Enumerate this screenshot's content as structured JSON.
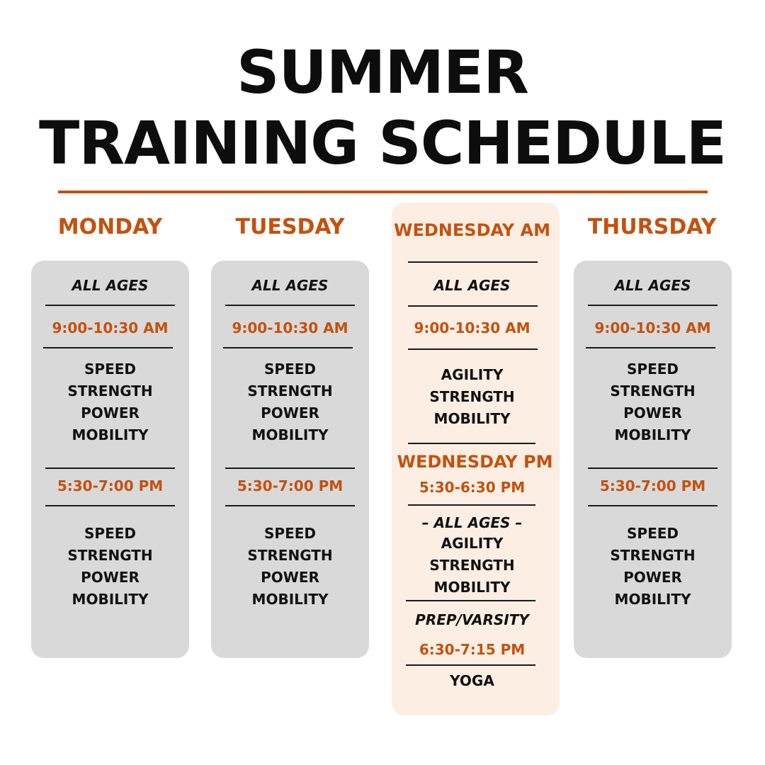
{
  "title": {
    "line1": "SUMMER",
    "line2": "TRAINING SCHEDULE"
  },
  "colors": {
    "accent": "#c4510f",
    "card": "#d9d9d9",
    "highlight_card": "#fceee3",
    "text": "#111111"
  },
  "monday": {
    "day": "MONDAY",
    "label": "ALL AGES",
    "am_time": "9:00-10:30  AM",
    "am_activities": "SPEED\nSTRENGTH\nPOWER\nMOBILITY",
    "pm_time": "5:30-7:00 PM",
    "pm_activities": "SPEED\nSTRENGTH\nPOWER\nMOBILITY"
  },
  "tuesday": {
    "day": "TUESDAY",
    "label": "ALL AGES",
    "am_time": "9:00-10:30  AM",
    "am_activities": "SPEED\nSTRENGTH\nPOWER\nMOBILITY",
    "pm_time": "5:30-7:00 PM",
    "pm_activities": "SPEED\nSTRENGTH\nPOWER\nMOBILITY"
  },
  "wednesday": {
    "am_day": "WEDNESDAY AM",
    "label": "ALL AGES",
    "am_time": "9:00-10:30  AM",
    "am_activities": "AGILITY\nSTRENGTH\nMOBILITY",
    "pm_day": "WEDNESDAY PM",
    "pm_time": "5:30-6:30 PM",
    "pm_label": "– ALL AGES –",
    "pm_activities": "AGILITY\nSTRENGTH\nMOBILITY",
    "prep_label": "PREP/VARSITY",
    "prep_time": "6:30-7:15 PM",
    "prep_activity": "YOGA"
  },
  "thursday": {
    "day": "THURSDAY",
    "label": "ALL AGES",
    "am_time": "9:00-10:30  AM",
    "am_activities": "SPEED\nSTRENGTH\nPOWER\nMOBILITY",
    "pm_time": "5:30-7:00 PM",
    "pm_activities": "SPEED\nSTRENGTH\nPOWER\nMOBILITY"
  }
}
